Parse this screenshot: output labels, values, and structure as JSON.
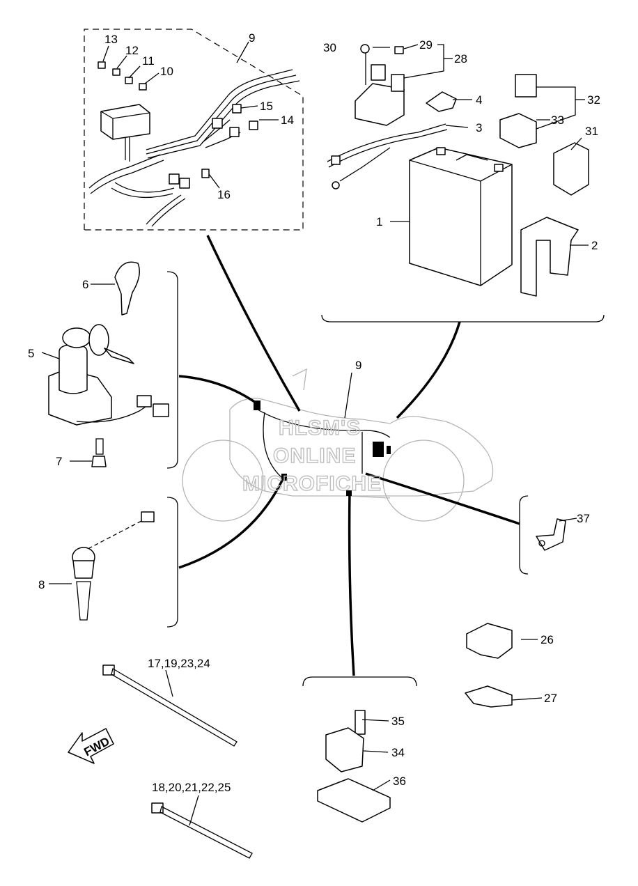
{
  "callouts": {
    "c1": "1",
    "c2": "2",
    "c3": "3",
    "c4": "4",
    "c5": "5",
    "c6": "6",
    "c7": "7",
    "c8": "8",
    "c9a": "9",
    "c9b": "9",
    "c10": "10",
    "c11": "11",
    "c12": "12",
    "c13": "13",
    "c14": "14",
    "c15": "15",
    "c16": "16",
    "c17": "17,19,23,24",
    "c18": "18,20,21,22,25",
    "c26": "26",
    "c27": "27",
    "c28": "28",
    "c29": "29",
    "c30": "30",
    "c31": "31",
    "c32": "32",
    "c33": "33",
    "c34": "34",
    "c35": "35",
    "c36": "36",
    "c37": "37"
  },
  "fwd_label": "FWD",
  "watermark": {
    "line1": "HLSM'S",
    "line2": "ONLINE",
    "line3": "MICROFICHE"
  }
}
